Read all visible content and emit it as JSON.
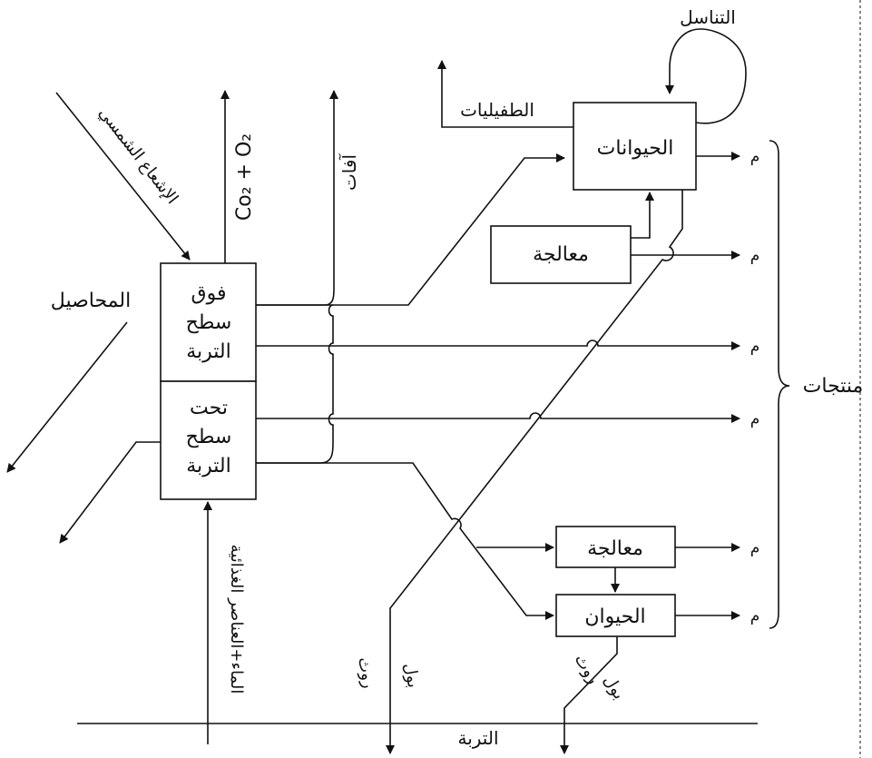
{
  "labels": {
    "reproduction": "التناسل",
    "parasites": "الطفيليات",
    "animals_box": "الحيوانات",
    "processing_top": "معالجة",
    "sunlight": "الإشعاع الشمسي",
    "gases": "Co₂ + O₂",
    "pests": "آفات",
    "crops": "المحاصيل",
    "above_line1": "فوق",
    "above_line2": "سطح",
    "above_line3": "التربة",
    "below_line1": "تحت",
    "below_line2": "سطح",
    "below_line3": "التربة",
    "water_nutrients": "الماء+العناصر الغذائية",
    "products": "منتجات",
    "product_marker": "م",
    "processing_bottom": "معالجة",
    "animal_box": "الحيوان",
    "dung1": "روث",
    "urine1": "بول",
    "dung2": "روث",
    "urine2": "بول",
    "soil": "التربة"
  }
}
